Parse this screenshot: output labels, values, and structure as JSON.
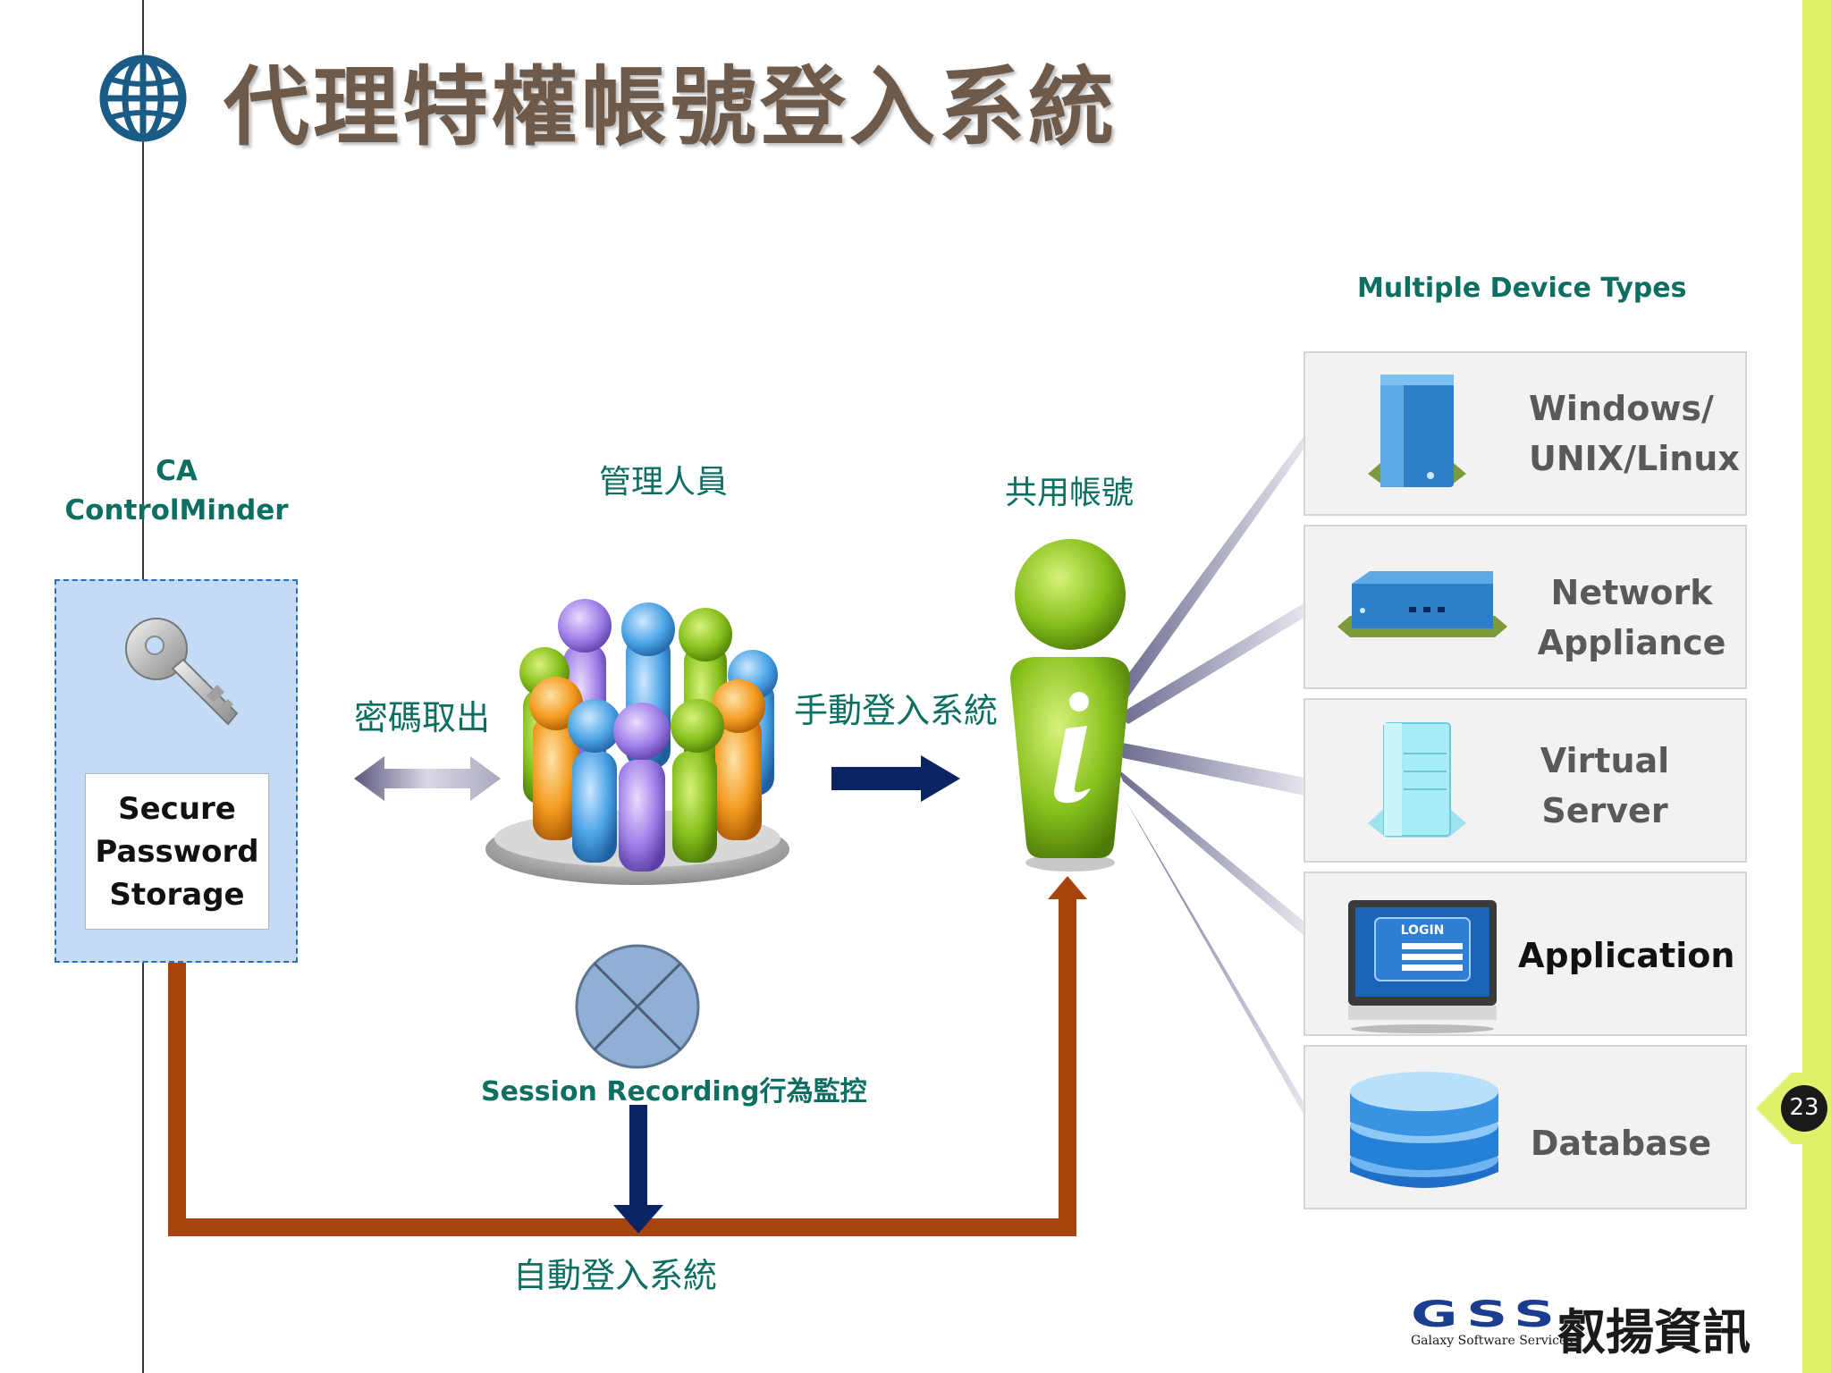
{
  "slide": {
    "title": "代理特權帳號登入系統",
    "page_number": "23"
  },
  "left_panel": {
    "heading_line1": "CA",
    "heading_line2": "ControlMinder",
    "storage_label": "Secure Password Storage"
  },
  "labels": {
    "admins": "管理人員",
    "shared_account": "共用帳號",
    "password_retrieval": "密碼取出",
    "manual_login": "手動登入系統",
    "auto_login": "自動登入系統",
    "session_recording": "Session Recording行為監控",
    "device_types_heading": "Multiple Device Types"
  },
  "devices": [
    {
      "label": "Windows/\nUNIX/Linux",
      "icon": "server-tower-icon"
    },
    {
      "label": "Network\nAppliance",
      "icon": "network-appliance-icon"
    },
    {
      "label": "Virtual\nServer",
      "icon": "virtual-server-icon"
    },
    {
      "label": "Application",
      "icon": "login-monitor-icon"
    },
    {
      "label": "Database",
      "icon": "database-icon"
    }
  ],
  "logo": {
    "mark": "GSS",
    "company_zh": "叡揚資訊",
    "company_en": "Galaxy Software Services"
  },
  "colors": {
    "title": "#6e5a4a",
    "teal_label": "#0d6e62",
    "accent_strip": "#dff06a",
    "auto_login_path": "#a8430e",
    "navy_arrow": "#0c2461",
    "panel_fill": "#c4dbf6",
    "logo_blue": "#1a3d8f"
  }
}
